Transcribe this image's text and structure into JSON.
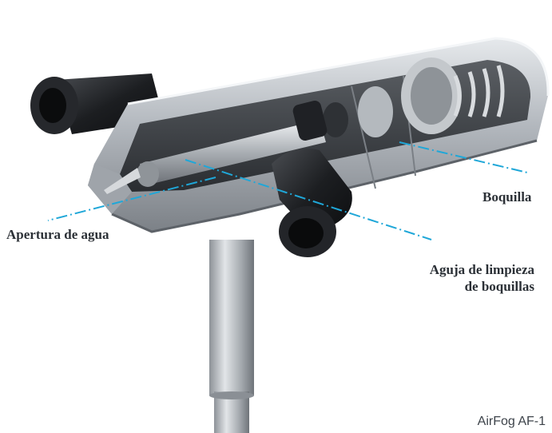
{
  "labels": {
    "boquilla": "Boquilla",
    "apertura": "Apertura de agua",
    "aguja_line1": "Aguja de limpieza",
    "aguja_line2": "de boquillas"
  },
  "model": "AirFog AF-1",
  "colors": {
    "leader_line": "#1fa7d8",
    "label_text": "#2b3036",
    "metal": "#b9bec3",
    "fitting": "#1c1e21"
  },
  "illustration": {
    "subject": "cutaway-nozzle-assembly",
    "components": [
      "mounting-pole",
      "metal-body",
      "spring-assembly",
      "cleaning-needle",
      "push-fit-fitting-left",
      "push-fit-fitting-right"
    ]
  }
}
